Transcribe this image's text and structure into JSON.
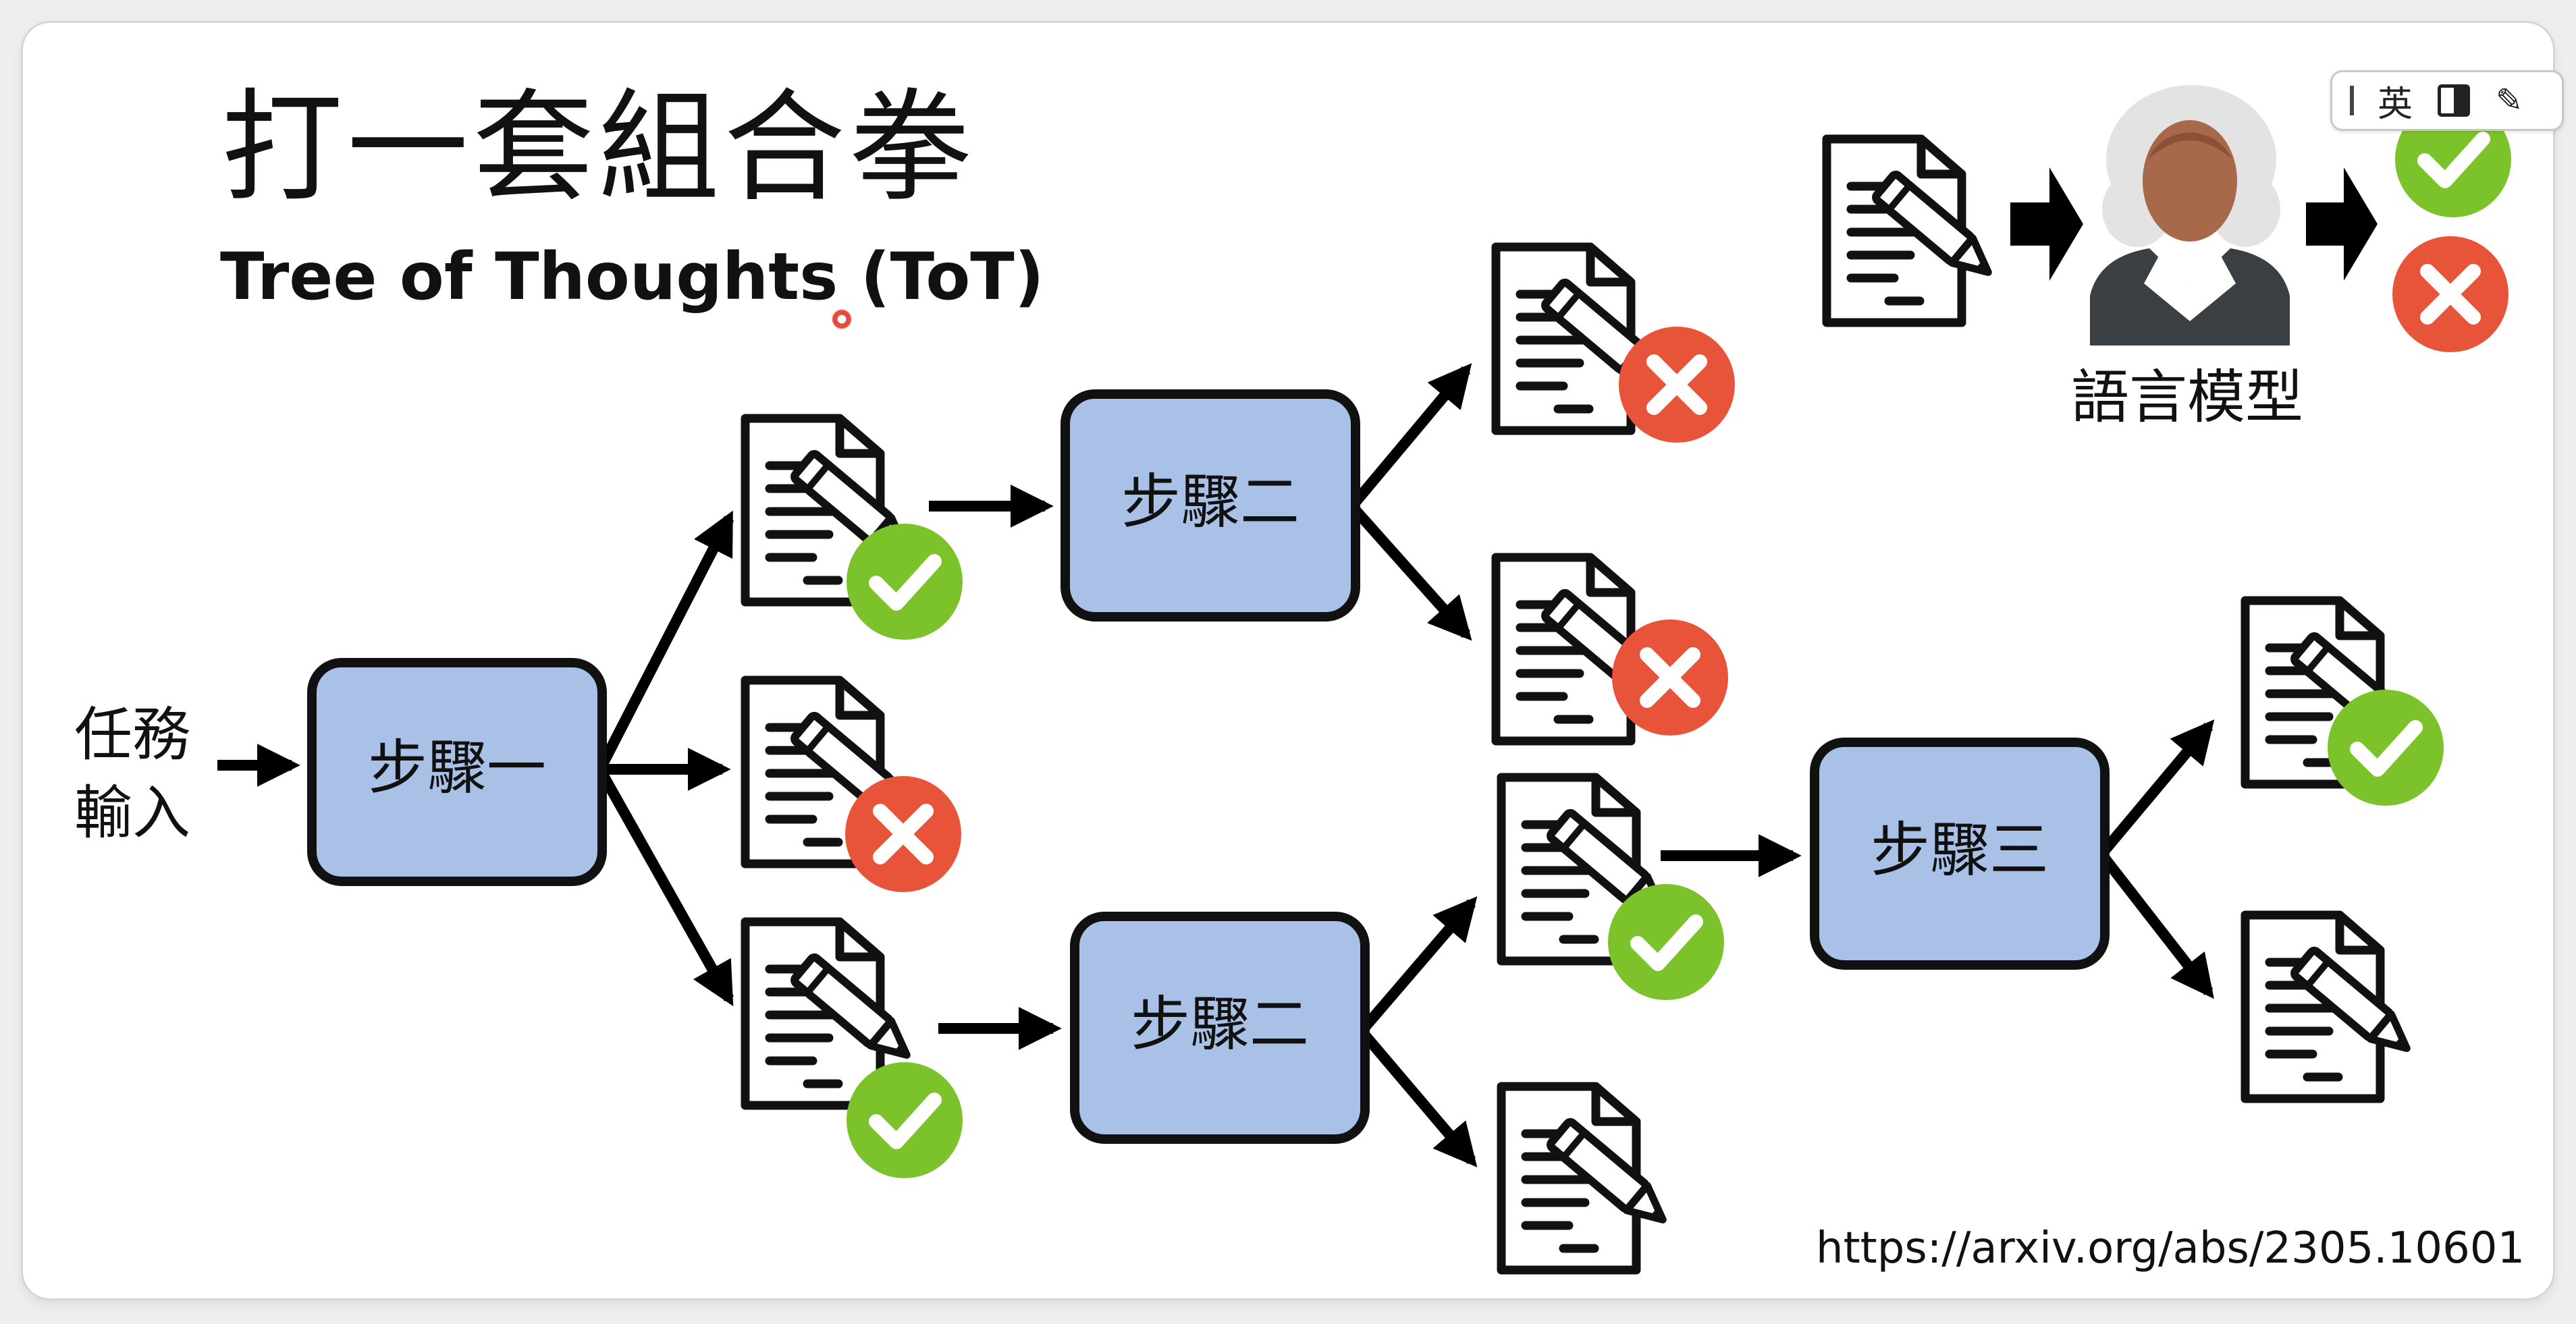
{
  "title": "打一套組合拳",
  "subtitle": "Tree of Thoughts (ToT)",
  "input_label_line1": "任務",
  "input_label_line2": "輸入",
  "steps": {
    "step1": "步驟一",
    "step2": "步驟二",
    "step3": "步驟三"
  },
  "evaluator_label": "語言模型",
  "url": "https://arxiv.org/abs/2305.10601",
  "ime_toolbar": {
    "language": "英"
  },
  "colors": {
    "step_box_fill": "#a9c1e6",
    "step_box_border": "#111111",
    "check_green": "#7cc22a",
    "cross_red": "#e8543a",
    "arrow": "#000000"
  },
  "icons": [
    "document-pencil-icon",
    "check-icon",
    "cross-icon",
    "judge-icon",
    "arrow-icon"
  ]
}
